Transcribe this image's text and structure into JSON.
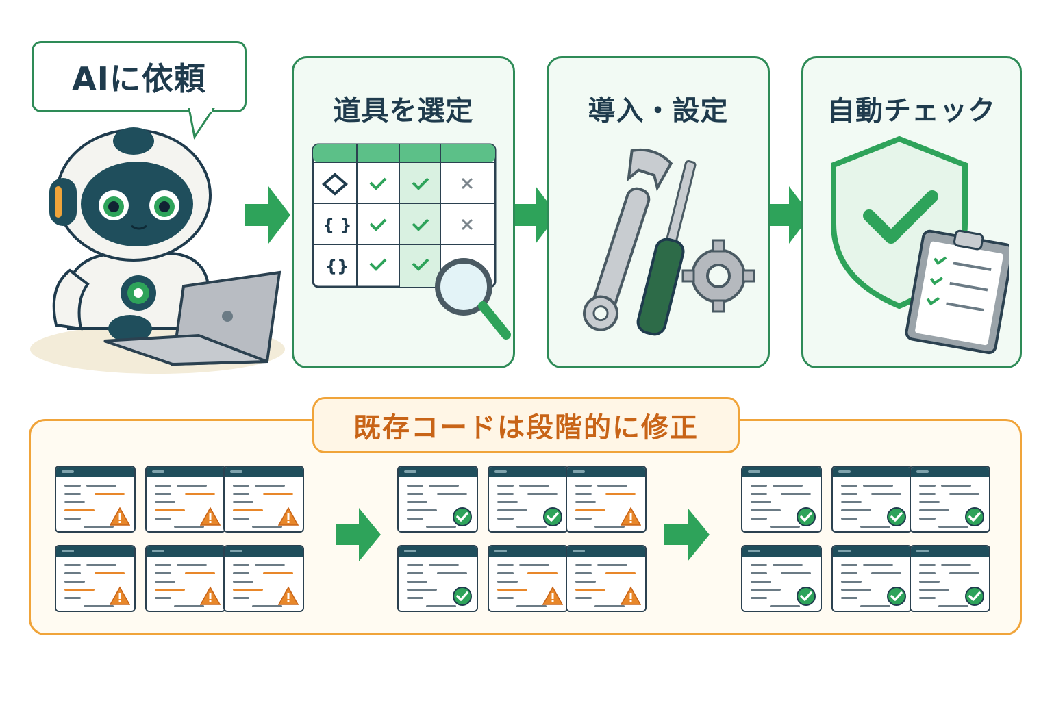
{
  "bubble": {
    "text": "AIに依頼"
  },
  "steps": [
    {
      "title": "道具を選定",
      "icon": "tool-selection-table-icon"
    },
    {
      "title": "導入・設定",
      "icon": "wrench-screwdriver-gear-icon"
    },
    {
      "title": "自動チェック",
      "icon": "shield-clipboard-check-icon"
    }
  ],
  "matrix": {
    "rows": [
      {
        "icon": "diamond-code-icon",
        "cells": [
          "check",
          "check",
          "cross"
        ]
      },
      {
        "icon": "braces-icon",
        "text": "{ }",
        "cells": [
          "check",
          "check",
          "cross"
        ]
      },
      {
        "icon": "bracket-icon",
        "text": "{}",
        "cells": [
          "check",
          "check",
          ""
        ]
      }
    ]
  },
  "legacy": {
    "label": "既存コードは段階的に修正",
    "stages": [
      {
        "states": [
          "warn",
          "warn",
          "warn",
          "warn",
          "warn",
          "warn"
        ]
      },
      {
        "states": [
          "ok",
          "ok",
          "warn",
          "ok",
          "warn",
          "warn"
        ]
      },
      {
        "states": [
          "ok",
          "ok",
          "ok",
          "ok",
          "ok",
          "ok"
        ]
      }
    ]
  },
  "colors": {
    "green": "#2e8b57",
    "accent_green": "#2ea35a",
    "orange": "#f0a43a",
    "navy": "#1f3b4d",
    "warn": "#e8872a"
  }
}
